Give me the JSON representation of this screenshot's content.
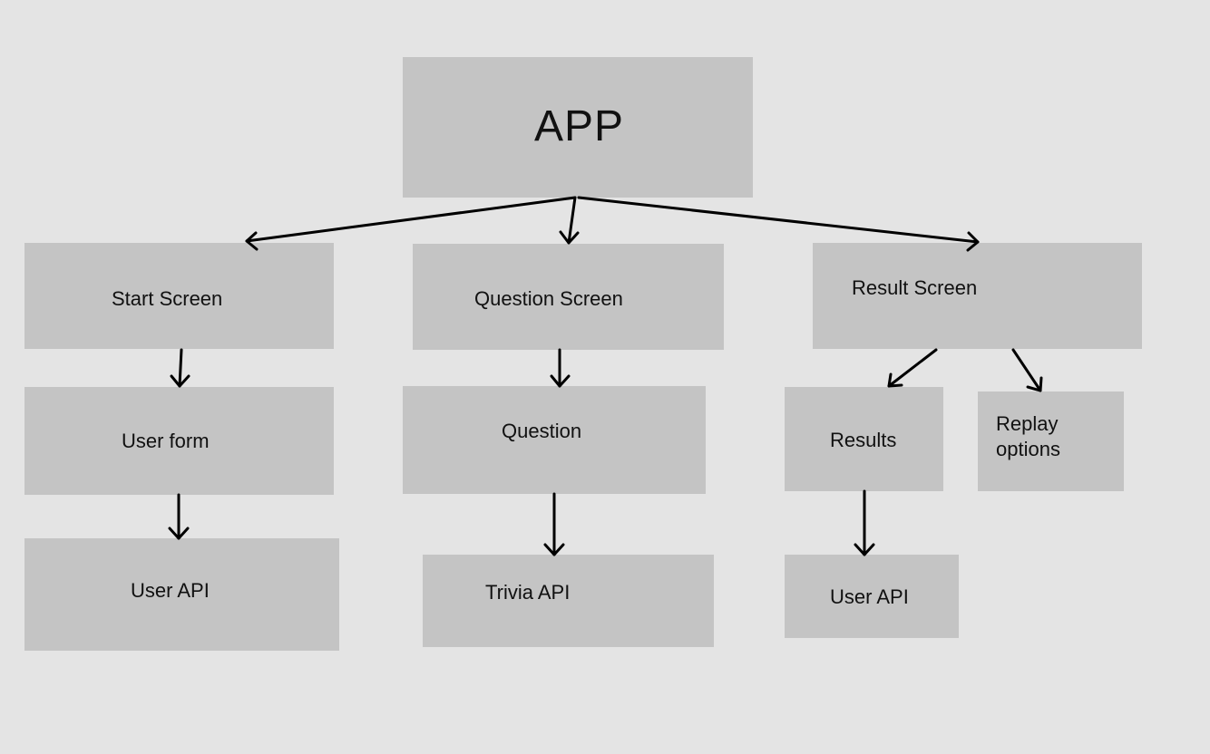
{
  "diagram": {
    "root": {
      "label": "APP"
    },
    "columns": {
      "start": {
        "screen": "Start Screen",
        "child": "User form",
        "grandchild": "User API"
      },
      "question": {
        "screen": "Question Screen",
        "child": "Question",
        "grandchild": "Trivia API"
      },
      "result": {
        "screen": "Result Screen",
        "child": "Results",
        "child2": "Replay options",
        "grandchild": "User API"
      }
    }
  },
  "colors": {
    "background": "#e4e4e4",
    "box": "#c4c4c4",
    "arrow": "#000000"
  }
}
